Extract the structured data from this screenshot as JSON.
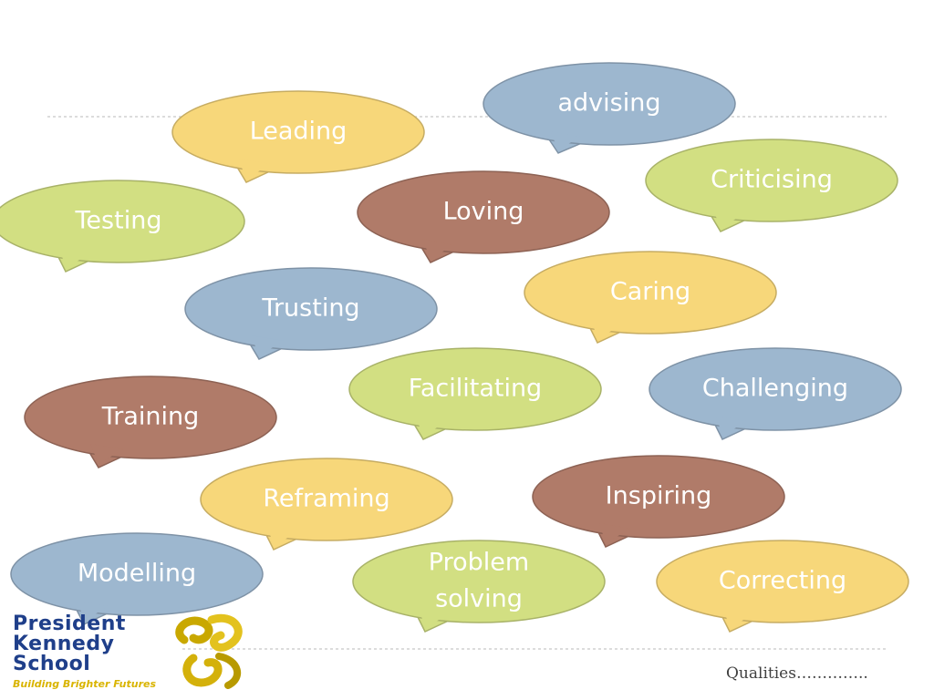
{
  "colors": {
    "yellow": "#f7d77a",
    "green": "#d2df82",
    "blue": "#9db7cf",
    "brown": "#b07b69",
    "divider": "#c7c7c7",
    "logo_text": "#1f3f8a",
    "logo_gold": "#d9b400"
  },
  "bubbles": [
    {
      "id": "advising",
      "text": [
        "advising"
      ],
      "color": "blue"
    },
    {
      "id": "leading",
      "text": [
        "Leading"
      ],
      "color": "yellow"
    },
    {
      "id": "criticising",
      "text": [
        "Criticising"
      ],
      "color": "green"
    },
    {
      "id": "loving",
      "text": [
        "Loving"
      ],
      "color": "brown"
    },
    {
      "id": "testing",
      "text": [
        "Testing"
      ],
      "color": "green"
    },
    {
      "id": "caring",
      "text": [
        "Caring"
      ],
      "color": "yellow"
    },
    {
      "id": "trusting",
      "text": [
        "Trusting"
      ],
      "color": "blue"
    },
    {
      "id": "facilitating",
      "text": [
        "Facilitating"
      ],
      "color": "green"
    },
    {
      "id": "challenging",
      "text": [
        "Challenging"
      ],
      "color": "blue"
    },
    {
      "id": "training",
      "text": [
        "Training"
      ],
      "color": "brown"
    },
    {
      "id": "reframing",
      "text": [
        "Reframing"
      ],
      "color": "yellow"
    },
    {
      "id": "inspiring",
      "text": [
        "Inspiring"
      ],
      "color": "brown"
    },
    {
      "id": "modelling",
      "text": [
        "Modelling"
      ],
      "color": "blue"
    },
    {
      "id": "problem-solving",
      "text": [
        "Problem",
        "solving"
      ],
      "color": "green"
    },
    {
      "id": "correcting",
      "text": [
        "Correcting"
      ],
      "color": "yellow"
    }
  ],
  "logo": {
    "line1": "President",
    "line2": "Kennedy",
    "line3": "School",
    "tagline": "Building Brighter Futures"
  },
  "footer": {
    "caption": "Qualities………….."
  }
}
